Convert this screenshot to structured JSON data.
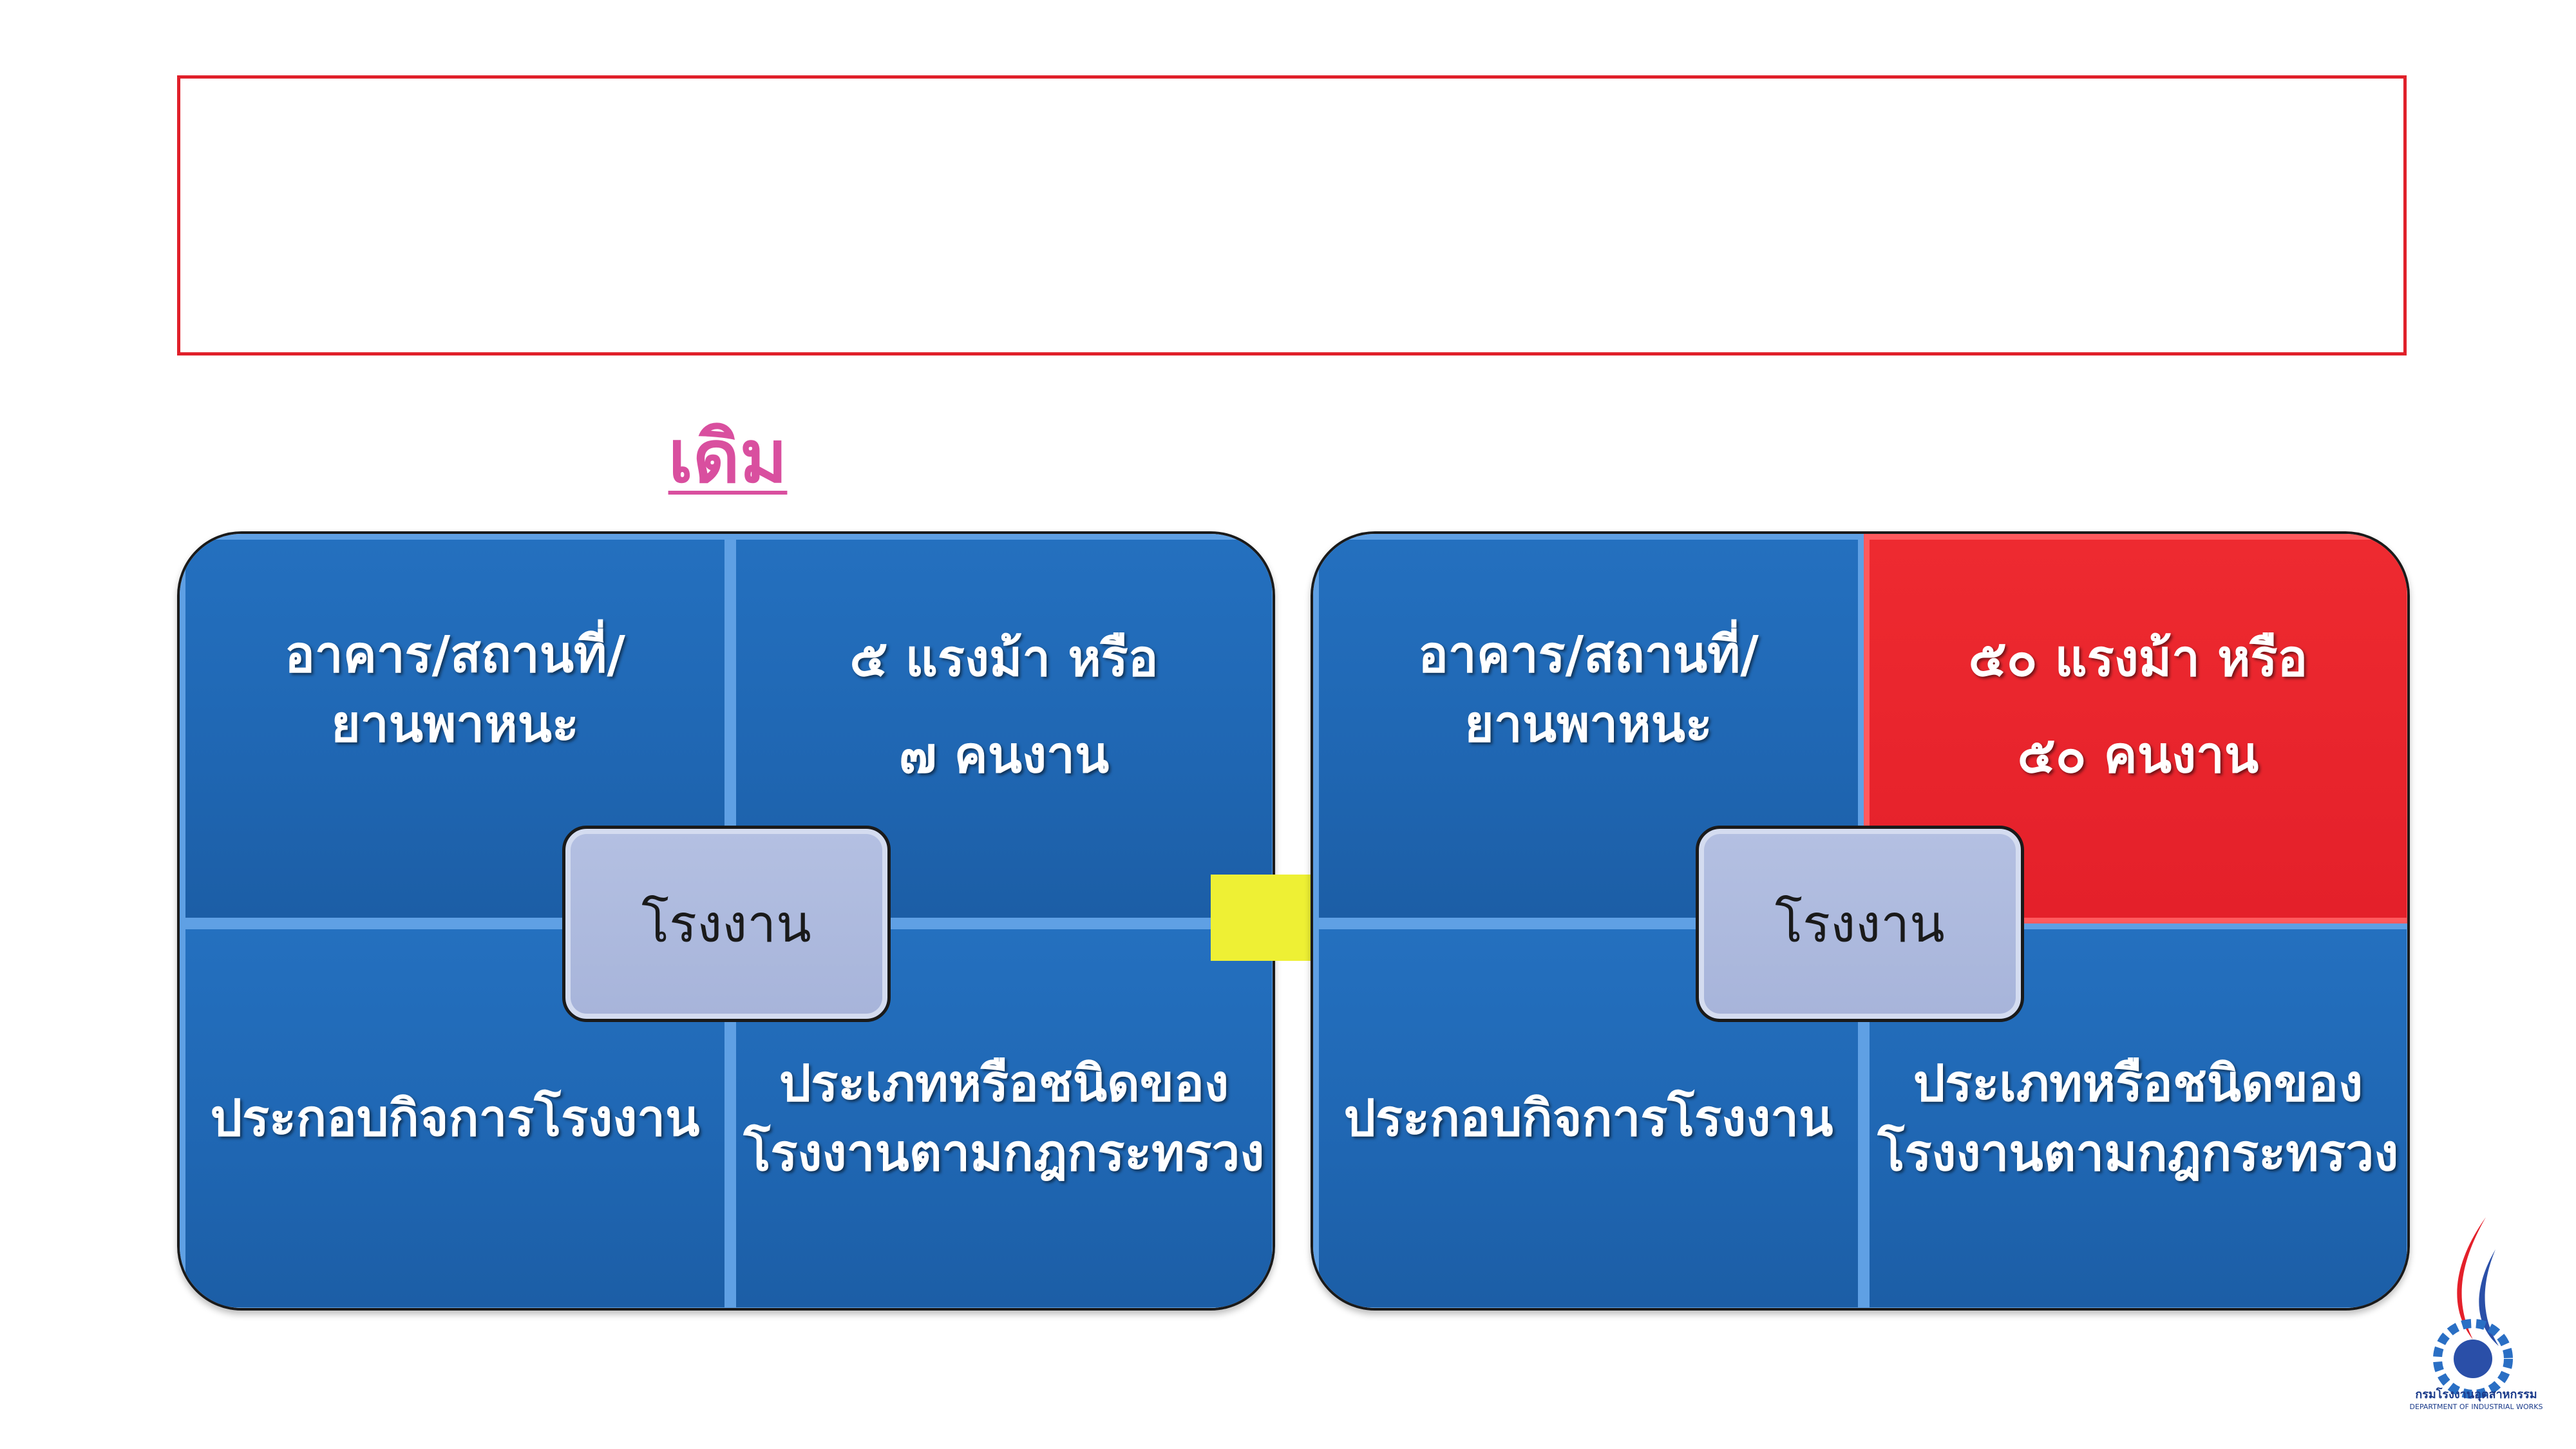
{
  "heading": "เดิม",
  "left_panel": {
    "top_left": [
      "อาคาร/สถานที่/",
      "ยานพาหนะ"
    ],
    "top_right": [
      "๕ แรงม้า หรือ",
      "๗ คนงาน"
    ],
    "bottom_left": "ประกอบกิจการโรงงาน",
    "bottom_right": [
      "ประเภทหรือชนิดของ",
      "โรงงานตามกฎกระทรวง"
    ],
    "center": "โรงงาน"
  },
  "right_panel": {
    "top_left": [
      "อาคาร/สถานที่/",
      "ยานพาหนะ"
    ],
    "top_right": [
      "๕๐ แรงม้า หรือ",
      "๕๐ คนงาน"
    ],
    "bottom_left": "ประกอบกิจการโรงงาน",
    "bottom_right": [
      "ประเภทหรือชนิดของ",
      "โรงงานตามกฎกระทรวง"
    ],
    "center": "โรงงาน"
  },
  "logo": {
    "name": "กรมโรงงานอุตสาหกรรม",
    "subtitle": "DEPARTMENT OF INDUSTRIAL WORKS"
  },
  "colors": {
    "title_border": "#e0202a",
    "heading": "#d94f9f",
    "quadrant_blue": "#1f66b2",
    "highlight_red": "#e4202a",
    "center_box": "#a7b4da",
    "arrow": "#eef034"
  },
  "icons": {
    "arrow": "right-arrow-icon",
    "logo": "department-logo-icon"
  }
}
